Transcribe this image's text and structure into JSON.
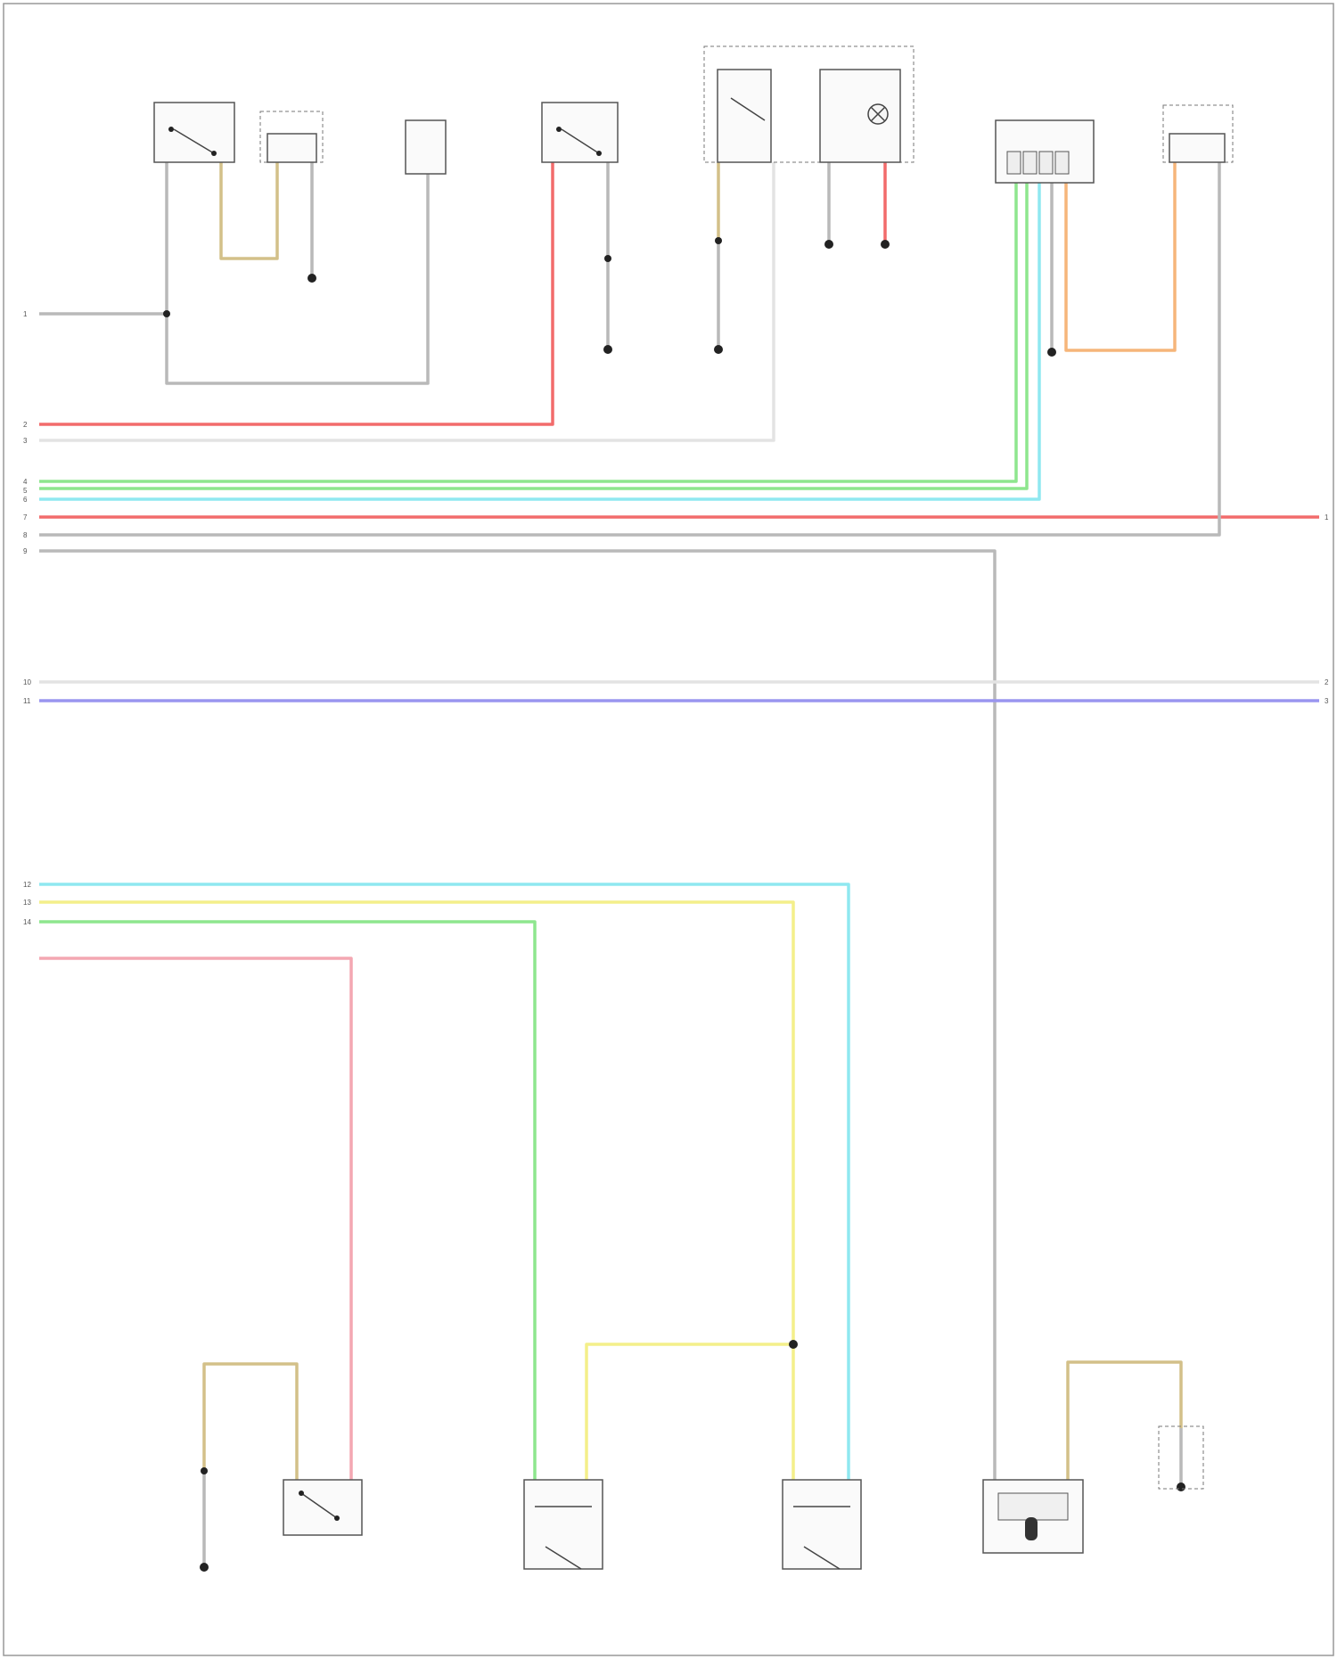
{
  "components": {
    "c1": "",
    "c2": "",
    "c3": "",
    "c4": "",
    "c5": "",
    "c6": "",
    "c7": "",
    "b1": "",
    "b2": "",
    "b3": "",
    "b4": "",
    "b5": "",
    "b6": "",
    "b7": "",
    "b8": ""
  },
  "grounds": {
    "g1": "",
    "g2": "",
    "g3": "",
    "g4": "",
    "g5": "",
    "g6": "",
    "g7": ""
  },
  "left_pins": [
    "1",
    "2",
    "3",
    "4",
    "5",
    "6",
    "7",
    "8",
    "9",
    "10",
    "11",
    "12",
    "13",
    "14"
  ],
  "right_pins": [
    "1",
    "2",
    "3"
  ],
  "left_wire_codes": [
    "",
    "",
    "",
    "",
    "",
    "",
    "",
    "",
    "",
    "",
    "",
    "",
    "",
    ""
  ],
  "right_wire_codes": [
    "",
    "",
    ""
  ],
  "footer": "",
  "wire_colors": {
    "red": "#f26b6b",
    "green": "#8ee68e",
    "cyan": "#8fe8f0",
    "gray": "#b9b9b9",
    "light": "#e3e3e3",
    "blue": "#9a95ef",
    "yellow": "#f4ef8a",
    "pink": "#f4a7b2",
    "tan": "#d3c089",
    "orange": "#f6b57a"
  }
}
